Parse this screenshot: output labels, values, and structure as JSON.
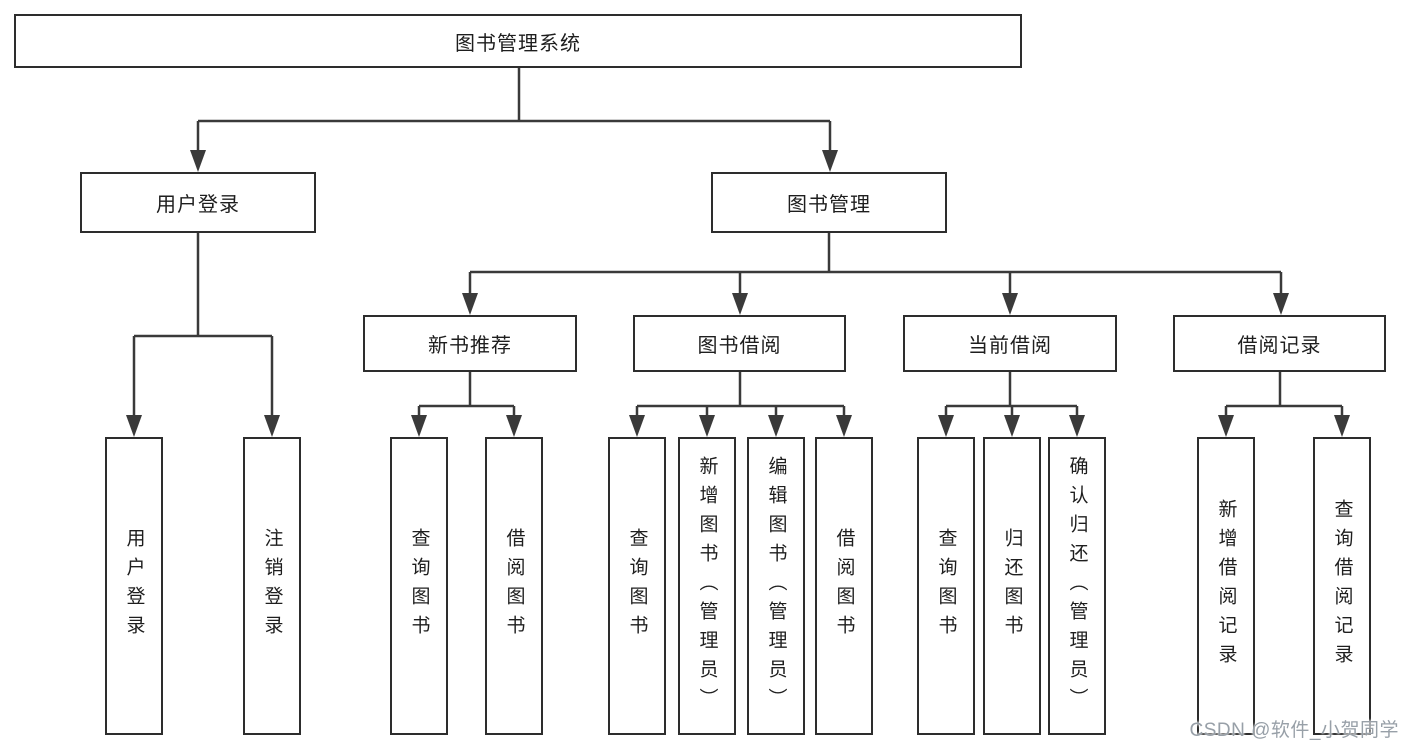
{
  "title": "图书管理系统",
  "level2": [
    "用户登录",
    "图书管理"
  ],
  "level3": [
    "新书推荐",
    "图书借阅",
    "当前借阅",
    "借阅记录"
  ],
  "leaves": {
    "login": [
      "用户登录",
      "注销登录"
    ],
    "recommend": [
      "查询图书",
      "借阅图书"
    ],
    "borrow": [
      "查询图书",
      "新增图书（管理员）",
      "编辑图书（管理员）",
      "借阅图书"
    ],
    "current": [
      "查询图书",
      "归还图书",
      "确认归还（管理员）"
    ],
    "records": [
      "新增借阅记录",
      "查询借阅记录"
    ]
  },
  "watermark": "CSDN @软件_小贺同学",
  "colors": {
    "line": "#3a3a3a",
    "box_border": "#2d2d2d",
    "text": "#1e1e1e",
    "watermark": "#98a0a8",
    "background": "#ffffff"
  }
}
